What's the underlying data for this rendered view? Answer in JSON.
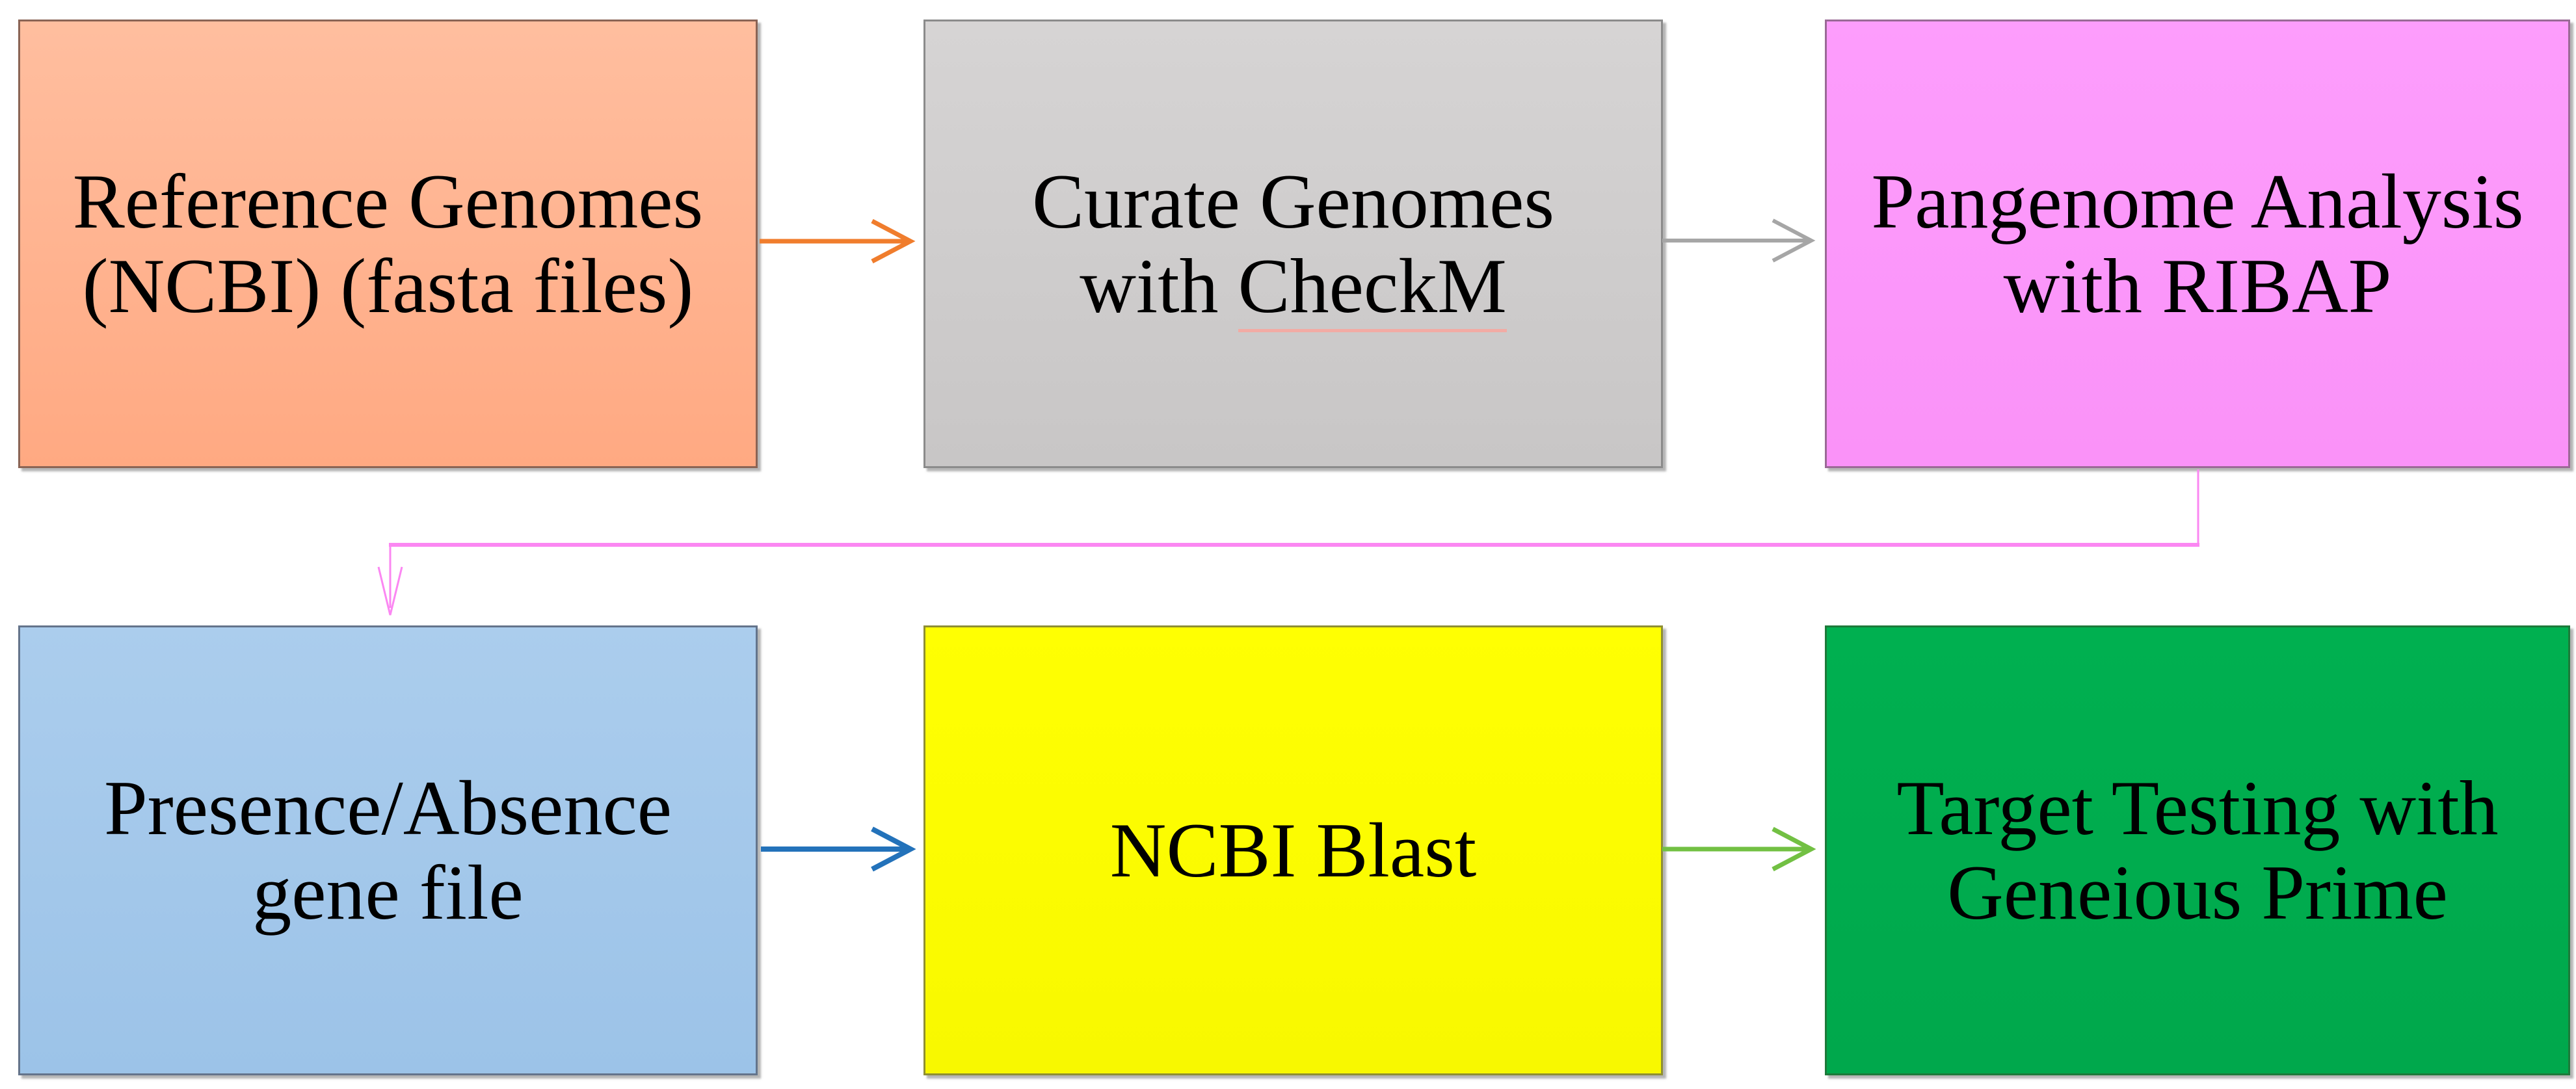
{
  "figure": {
    "type": "flowchart",
    "background": "#FFFFFF",
    "text_color": "#000000"
  },
  "boxes": [
    {
      "id": "reference-genomes",
      "lines": [
        "Reference Genomes",
        "(NCBI) (fasta files)"
      ],
      "fill_top": "#FFBE9F",
      "fill_bottom": "#FFA982",
      "border": "#8A6455"
    },
    {
      "id": "curate-genomes",
      "lines": [
        "Curate Genomes",
        "with CheckM"
      ],
      "spell_prefix": "with ",
      "spell_word": "CheckM",
      "spell_underline": "#F2ABA4",
      "fill_top": "#D6D4D4",
      "fill_bottom": "#C8C6C6",
      "border": "#8B8B8B"
    },
    {
      "id": "pangenome-analysis",
      "lines": [
        "Pangenome Analysis",
        "with RIBAP"
      ],
      "fill_top": "#FD9DFC",
      "fill_bottom": "#FA92F8",
      "border": "#9A6A96"
    },
    {
      "id": "presence-absence",
      "lines": [
        "Presence/Absence",
        "gene file"
      ],
      "fill_top": "#ABCDED",
      "fill_bottom": "#9CC3E8",
      "border": "#64748B"
    },
    {
      "id": "ncbi-blast",
      "lines": [
        "NCBI Blast"
      ],
      "fill_top": "#FFFF02",
      "fill_bottom": "#F8F800",
      "border": "#8F8F33"
    },
    {
      "id": "target-testing",
      "lines": [
        "Target Testing with",
        "Geneious Prime"
      ],
      "fill_top": "#00B050",
      "fill_bottom": "#00A84C",
      "border": "#1D7A3A"
    }
  ],
  "arrows": [
    {
      "name": "reference-to-curate",
      "type": "straight",
      "color": "#F07D2D"
    },
    {
      "name": "curate-to-pangenome",
      "type": "straight",
      "color": "#A6A6A6"
    },
    {
      "name": "pangenome-to-presence",
      "type": "elbow",
      "color": "#FB87F2"
    },
    {
      "name": "presence-to-blast",
      "type": "straight",
      "color": "#2372BA"
    },
    {
      "name": "blast-to-target",
      "type": "straight",
      "color": "#72C043"
    }
  ]
}
